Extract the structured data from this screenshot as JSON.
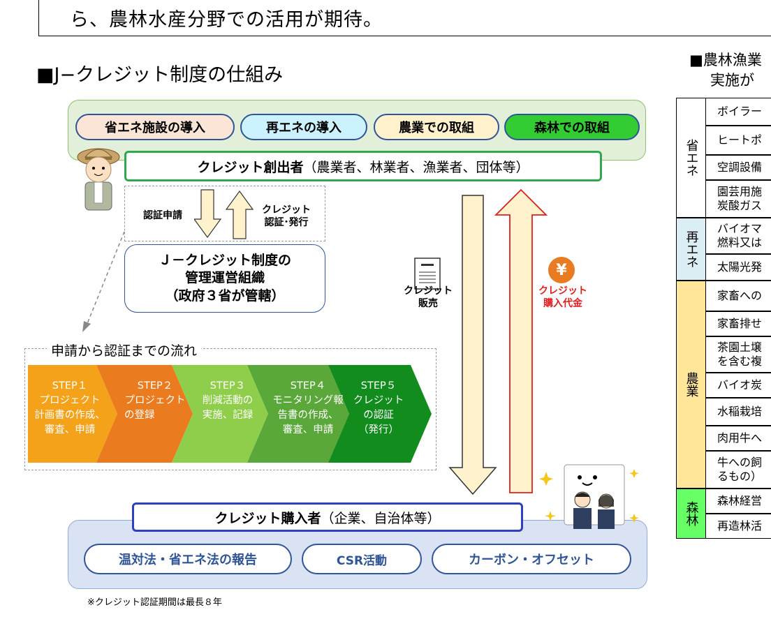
{
  "header": {
    "text": "ら、農林水産分野での活用が期待。"
  },
  "section": {
    "title": "■J−クレジット制度の仕組み"
  },
  "activities": [
    {
      "label": "省エネ施設の導入",
      "bg": "#fbe5d6",
      "color": "#000"
    },
    {
      "label": "再エネの導入",
      "bg": "#ccf2ff",
      "color": "#000"
    },
    {
      "label": "農業での取組",
      "bg": "#fff2cc",
      "color": "#000"
    },
    {
      "label": "森林での取組",
      "bg": "#33cc33",
      "color": "#000"
    }
  ],
  "creator": {
    "bold": "クレジット創出者",
    "rest": "（農業者、林業者、漁業者、団体等）"
  },
  "application": {
    "label": "認証申請",
    "issue_label_1": "クレジット",
    "issue_label_2": "認証･発行"
  },
  "admin": {
    "line1": "Ｊ－クレジット制度の",
    "line2": "管理運営組織",
    "line3": "（政府３省が管轄）"
  },
  "sale": {
    "line1": "クレジット",
    "line2": "販売"
  },
  "payment": {
    "line1": "クレジット",
    "line2": "購入代金",
    "yen": "¥"
  },
  "flow": {
    "title": "申請から認証までの流れ",
    "steps": [
      {
        "l1": "STEP１",
        "l2": "プロジェクト",
        "l3": "計画書の作成、",
        "l4": "審査、申請",
        "color": "#f5a21b"
      },
      {
        "l1": "STEP２",
        "l2": "プロジェクト",
        "l3": "の登録",
        "l4": "",
        "color": "#ea7b1e"
      },
      {
        "l1": "STEP３",
        "l2": "削減活動の",
        "l3": "実施、記録",
        "l4": "",
        "color": "#8fce4a"
      },
      {
        "l1": "STEP４",
        "l2": "モニタリング報",
        "l3": "告書の作成、",
        "l4": "審査、申請",
        "color": "#5aa83a"
      },
      {
        "l1": "STEP５",
        "l2": "クレジット",
        "l3": "の認証",
        "l4": "（発行）",
        "color": "#118c1d"
      }
    ]
  },
  "buyer": {
    "bold": "クレジット購入者",
    "rest": "（企業、自治体等）"
  },
  "uses": [
    "温対法・省エネ法の報告",
    "CSR活動",
    "カーボン・オフセット"
  ],
  "note": "※クレジット認証期間は最長８年",
  "right": {
    "title1": "■農林漁業",
    "title2": "実施が",
    "categories": [
      {
        "label": "省エネ",
        "bg": "#fff",
        "rows": [
          "ボイラー",
          "ヒートポ",
          "空調設備",
          "園芸用施|炭酸ガス"
        ]
      },
      {
        "label": "再エネ",
        "bg": "#dbeef4",
        "rows": [
          "バイオマ|燃料又は",
          "太陽光発"
        ]
      },
      {
        "label": "農業",
        "bg": "#ffe699",
        "rows": [
          "家畜への",
          "家畜排せ",
          "茶園土壌|を含む複",
          "バイオ炭",
          "水稲栽培",
          "肉用牛へ",
          "牛への飼|るもの）"
        ]
      },
      {
        "label": "森林",
        "bg": "#66ff66",
        "rows": [
          "森林経営",
          "再造林活"
        ]
      }
    ]
  }
}
